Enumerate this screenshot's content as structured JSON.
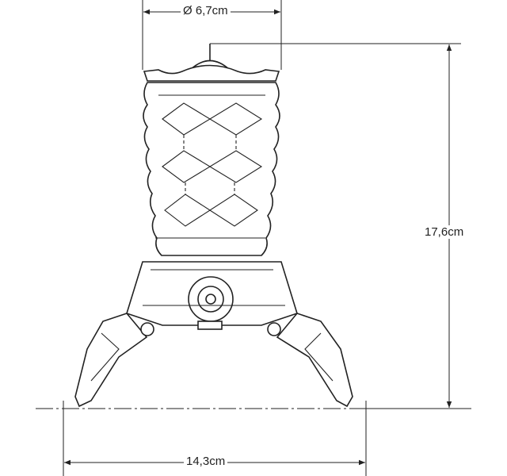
{
  "dimensions": {
    "diameter": "Ø 6,7cm",
    "height": "17,6cm",
    "width": "14,3cm"
  },
  "colors": {
    "line": "#222222",
    "background": "#ffffff"
  }
}
